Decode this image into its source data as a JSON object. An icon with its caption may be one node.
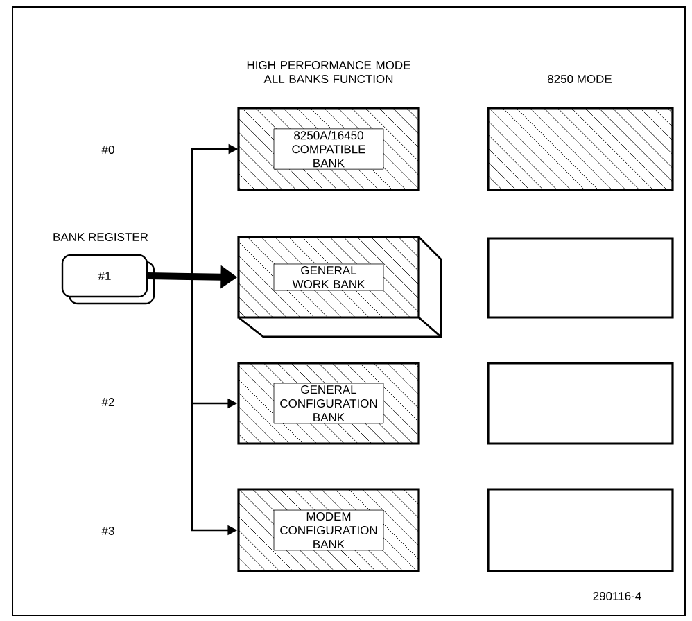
{
  "diagram": {
    "nodes": [
      {
        "text": [
          "BANK REGISTER",
          "#1"
        ]
      },
      {
        "text": [
          "8250A/16450 COMPATIBLE BANK"
        ]
      },
      {
        "text": [
          "GENERAL WORK BANK"
        ]
      },
      {
        "text": [
          "GENERAL CONFIGURATION BANK"
        ]
      },
      {
        "text": [
          "MODEM CONFIGURATION BANK"
        ]
      },
      {
        "text": [],
        "shape": "box"
      },
      {
        "text": [],
        "shape": "box"
      },
      {
        "text": [],
        "shape": "box"
      },
      {
        "text": [],
        "shape": "box"
      }
    ],
    "edges": [
      {
        "from": 0,
        "to": 1,
        "arrow": "to"
      },
      {
        "from": 0,
        "to": 2,
        "arrow": "to",
        "style": "thick"
      },
      {
        "from": 0,
        "to": 3,
        "arrow": "to"
      },
      {
        "from": 0,
        "to": 4,
        "arrow": "to"
      }
    ],
    "labels": [
      "HIGH PERFORMANCE MODE ALL BANKS FUNCTION",
      "8250 MODE",
      "#0",
      "#2",
      "#3",
      "290116-4"
    ]
  }
}
